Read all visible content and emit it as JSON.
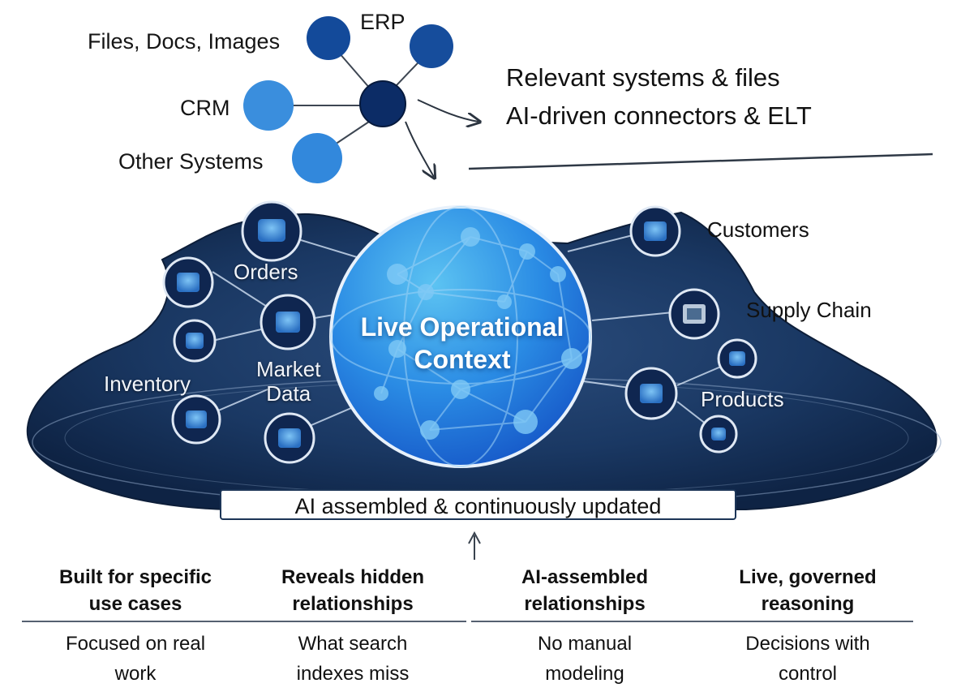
{
  "sources": {
    "files_docs_images": "Files, Docs, Images",
    "erp": "ERP",
    "crm": "CRM",
    "other_systems": "Other Systems"
  },
  "info": {
    "line1": "Relevant systems & files",
    "line2": "AI-driven connectors & ELT"
  },
  "center": {
    "line1": "Live Operational",
    "line2": "Context"
  },
  "categories": {
    "orders": "Orders",
    "inventory": "Inventory",
    "market_data": "Market\nData",
    "customers": "Customers",
    "supply_chain": "Supply Chain",
    "products": "Products"
  },
  "banner": "AI assembled & continuously updated",
  "features": [
    {
      "heading": "Built for specific use cases",
      "sub": "Focused on real work"
    },
    {
      "heading": "Reveals hidden relationships",
      "sub": "What search indexes miss"
    },
    {
      "heading": "AI-assembled relationships",
      "sub": "No manual modeling"
    },
    {
      "heading": "Live, governed reasoning",
      "sub": "Decisions with control"
    }
  ],
  "colors": {
    "platform": "#173257",
    "node_dark": "#0d2e6b",
    "node_mid": "#1e5aa6",
    "node_light": "#3d8fe0",
    "sphere": "#2b8fe6"
  }
}
